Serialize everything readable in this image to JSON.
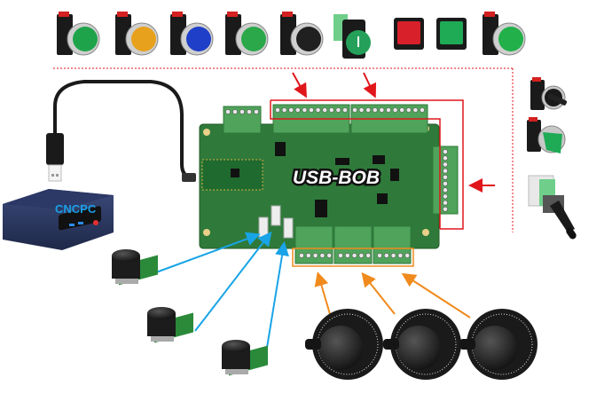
{
  "diagram": {
    "board_label": "USB-BOB",
    "pc_label": "CNCPC",
    "colors": {
      "red_connector": "#e0161b",
      "orange_connector": "#f08a1c",
      "blue_connector": "#18a4e6",
      "pcb": "#2f7a3a",
      "terminal": "#4fa35a"
    },
    "top_buttons": [
      {
        "name": "green-illuminated-pushbutton",
        "cap": "#1fa34a"
      },
      {
        "name": "amber-illuminated-pushbutton",
        "cap": "#e8a11c"
      },
      {
        "name": "blue-illuminated-pushbutton",
        "cap": "#1f3fc8"
      },
      {
        "name": "green-flush-pushbutton",
        "cap": "#2aa84a"
      },
      {
        "name": "black-flush-pushbutton",
        "cap": "#202020"
      },
      {
        "name": "green-start-pushbutton",
        "cap": "#25a05a"
      },
      {
        "name": "red-square-pushbutton",
        "cap": "#d8202a"
      },
      {
        "name": "green-square-pushbutton",
        "cap": "#1faa55"
      },
      {
        "name": "green-pilot-light",
        "cap": "#22b04a"
      }
    ],
    "side_controls": [
      {
        "name": "black-selector-switch"
      },
      {
        "name": "green-illuminated-selector-switch"
      },
      {
        "name": "joystick"
      }
    ],
    "encoders": [
      "encoder-1",
      "encoder-2",
      "encoder-3"
    ],
    "handwheels": [
      "handwheel-1",
      "handwheel-2",
      "handwheel-3"
    ]
  }
}
